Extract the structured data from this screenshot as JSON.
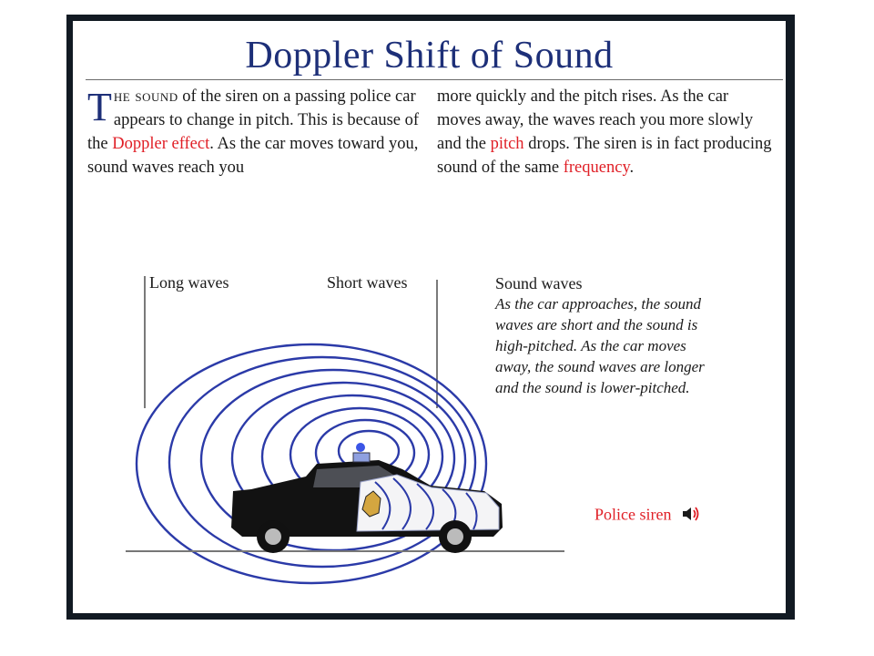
{
  "title": "Doppler Shift of Sound",
  "intro": {
    "drop_cap": "T",
    "small_caps": "he sound",
    "part1": " of the siren on a passing police car appears to change in pitch. This is because of the ",
    "link1": "Doppler effect",
    "part2": ". As the car moves toward you, sound waves reach you more quickly and the pitch rises. As the car moves away, the waves reach you more slowly and the ",
    "link2": "pitch",
    "part3": " drops. The siren is in fact producing sound of the same ",
    "link3": "frequency",
    "part4": "."
  },
  "diagram": {
    "label_long": "Long waves",
    "label_short": "Short waves",
    "label_sound": "Sound waves",
    "caption": "As the car approaches, the sound waves are short and the sound is high-pitched. As the car moves away, the sound waves are longer and the sound is lower-pitched.",
    "siren_link": "Police siren",
    "speaker_icon": "speaker-icon"
  },
  "colors": {
    "title": "#1d2f78",
    "link": "#e01f26",
    "waves": "#2b3aa8",
    "border": "#121a23"
  }
}
